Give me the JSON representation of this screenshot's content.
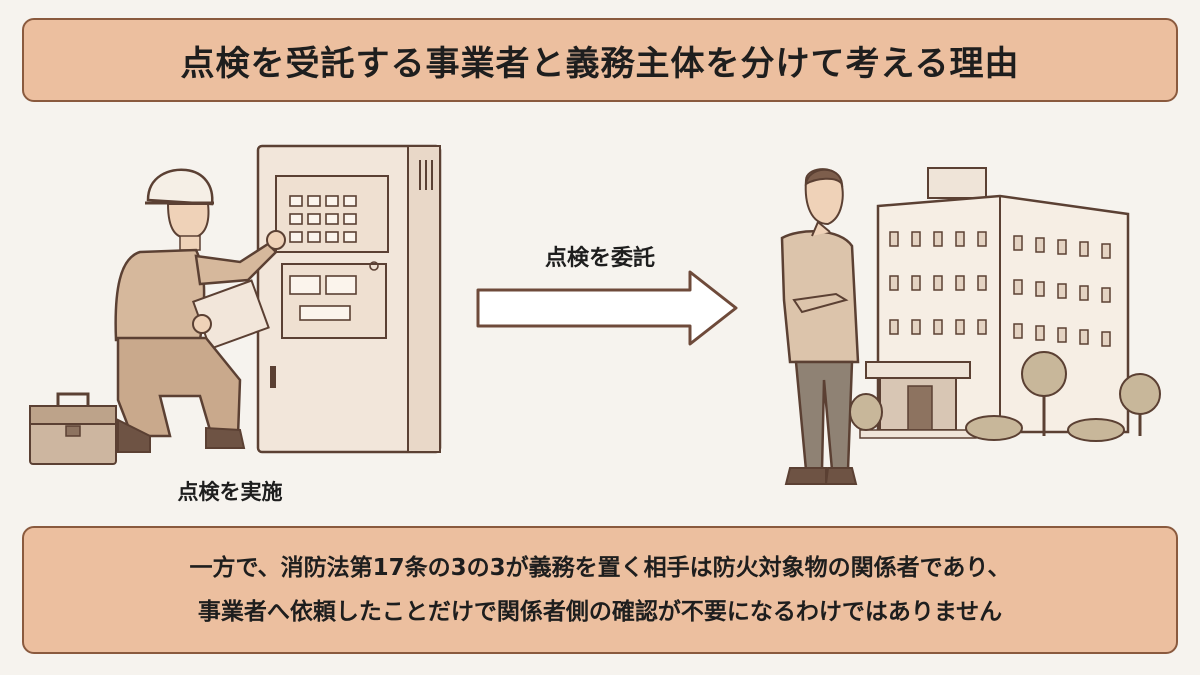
{
  "title": "点検を受託する事業者と義務主体を分けて考える理由",
  "arrow_label": "点検を委託",
  "worker_label": "点検を実施",
  "explanation": {
    "line1": "一方で、消防法第17条の3の3が義務を置く相手は防火対象物の関係者であり、",
    "line2": "事業者へ依頼したことだけで関係者側の確認が不要になるわけではありません"
  }
}
